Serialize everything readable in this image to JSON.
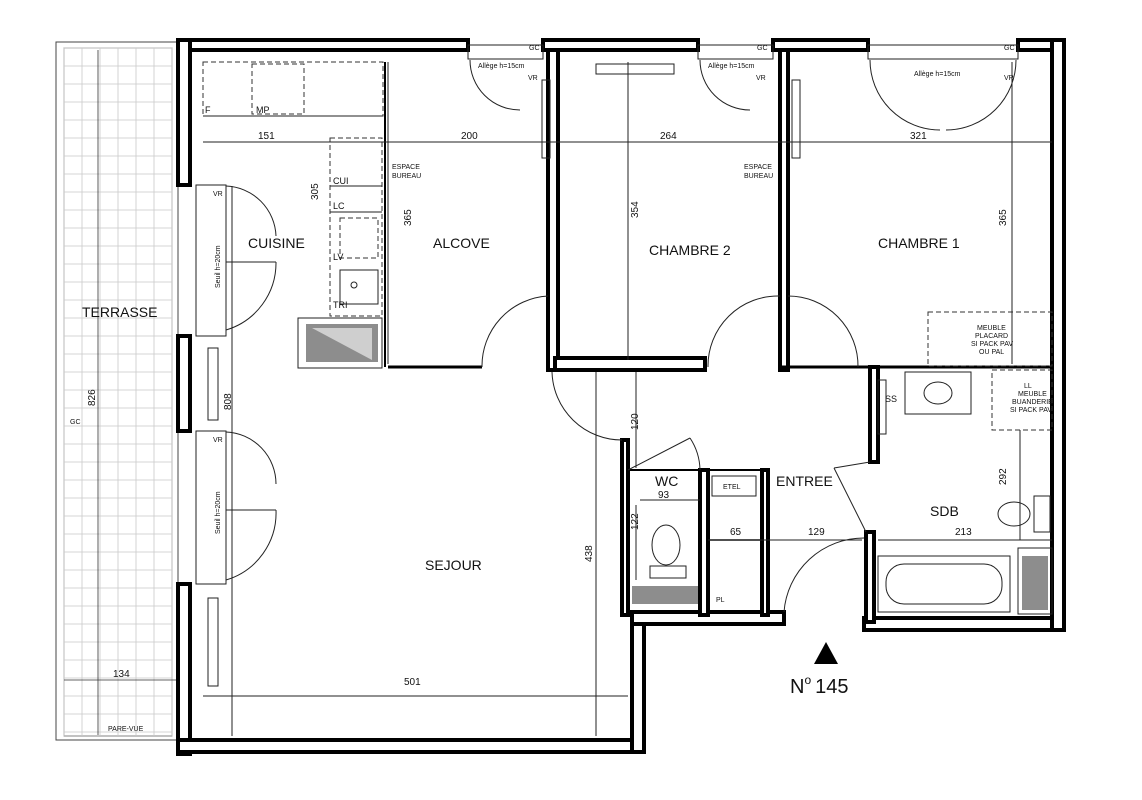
{
  "rooms": {
    "terrasse": "TERRASSE",
    "cuisine": "CUISINE",
    "alcove": "ALCOVE",
    "chambre2": "CHAMBRE 2",
    "chambre1": "CHAMBRE 1",
    "sejour": "SEJOUR",
    "wc": "WC",
    "entree": "ENTREE",
    "sdb": "SDB"
  },
  "dimensions": {
    "d151": "151",
    "d200": "200",
    "d264": "264",
    "d321": "321",
    "d305": "305",
    "d365a": "365",
    "d354": "354",
    "d365b": "365",
    "d826": "826",
    "d808": "808",
    "d438": "438",
    "d120": "120",
    "d93": "93",
    "d122": "122",
    "d65": "65",
    "d129": "129",
    "d213": "213",
    "d292": "292",
    "d501": "501",
    "d134": "134"
  },
  "labels": {
    "gc_top1": "GC",
    "gc_top2": "GC",
    "gc_top3": "GC",
    "gc_left": "GC",
    "vr1": "VR",
    "vr2": "VR",
    "vr3": "VR",
    "vr4": "VR",
    "vr5": "VR",
    "allege1": "Allège h=15cm",
    "allege2": "Allège h=15cm",
    "allege3": "Allège h=15cm",
    "seuil1": "Seuil h=20cm",
    "seuil2": "Seuil h=20cm",
    "f": "F",
    "mp": "MP",
    "cui": "CUI",
    "lc": "LC",
    "lv": "LV",
    "tri": "TRI",
    "espace_bureau_1a": "ESPACE",
    "espace_bureau_1b": "BUREAU",
    "espace_bureau_2a": "ESPACE",
    "espace_bureau_2b": "BUREAU",
    "ss": "SS",
    "etel": "ETEL",
    "pl": "PL",
    "pare_vue": "PARE-VUE",
    "meuble_placard_1": "MEUBLE",
    "meuble_placard_2": "PLACARD",
    "meuble_placard_3": "SI PACK PAV",
    "meuble_placard_4": "OU PAL",
    "ll_1": "LL",
    "ll_2": "MEUBLE",
    "ll_3": "BUANDERIE",
    "ll_4": "SI PACK PAV"
  },
  "lot_number": {
    "prefix": "N",
    "superscript": "o",
    "value": "145"
  },
  "colors": {
    "wall": "#000000",
    "fixture": "#8d8d8d",
    "terrace_grid": "#c8c8c8"
  }
}
